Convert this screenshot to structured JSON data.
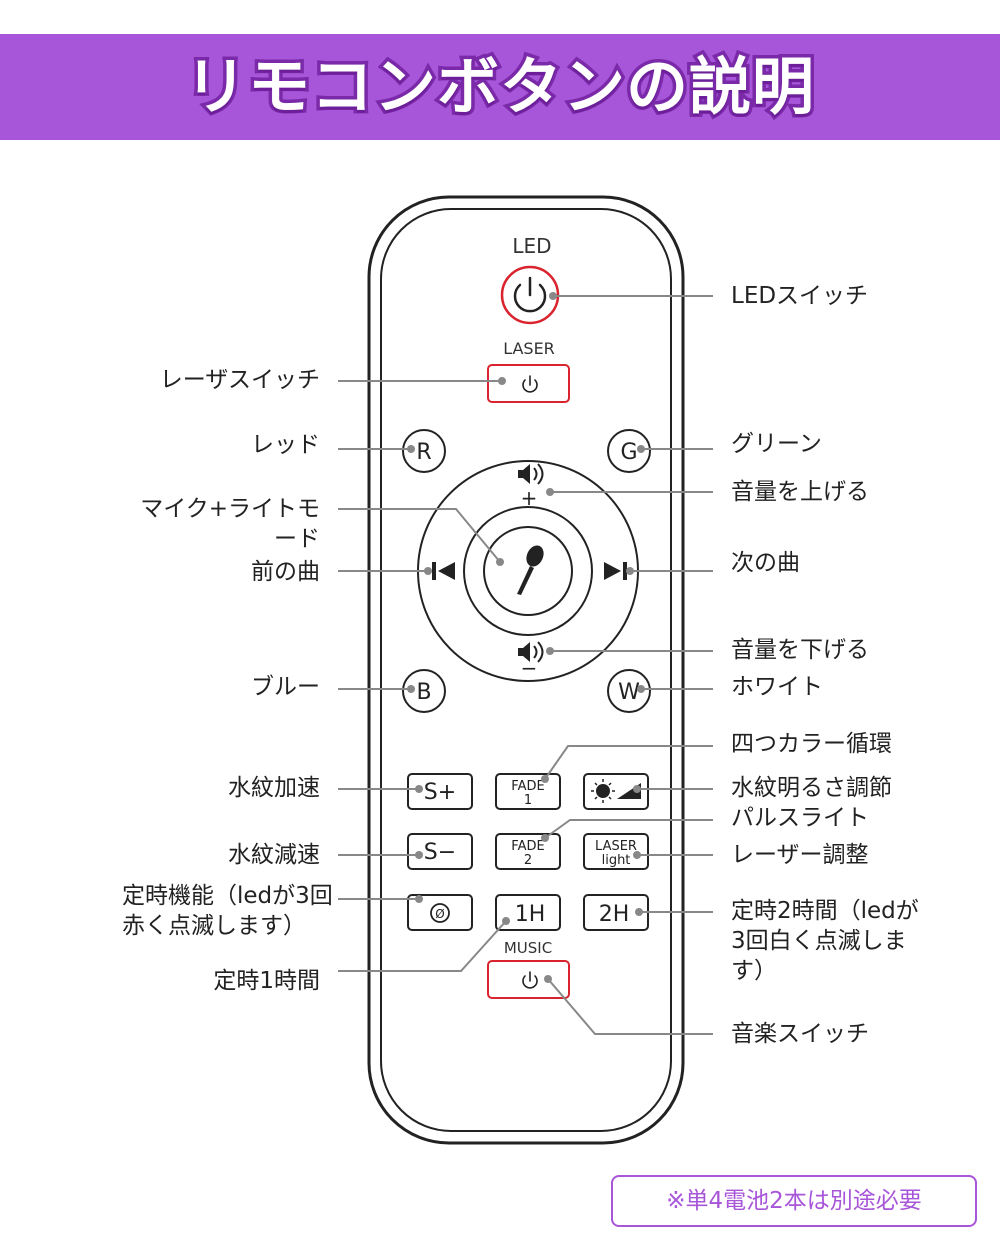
{
  "title": "リモコンボタンの説明",
  "note": "※単4電池2本は別途必要",
  "remote": {
    "led_caption": "LED",
    "laser_caption": "LASER",
    "music_caption": "MUSIC",
    "r": "R",
    "g": "G",
    "b": "B",
    "w": "W",
    "plus": "+",
    "minus": "−",
    "s_plus": "S+",
    "s_minus": "S−",
    "fade1_top": "FADE",
    "fade1_bottom": "1",
    "fade2_top": "FADE",
    "fade2_bottom": "2",
    "laser_light_top": "LASER",
    "laser_light_bottom": "light",
    "timer_off": "Ø",
    "h1": "1H",
    "h2": "2H"
  },
  "labels": {
    "led_switch": "LEDスイッチ",
    "laser_switch": "レーザスイッチ",
    "red": "レッド",
    "green": "グリーン",
    "volume_up": "音量を上げる",
    "mic_mode": "マイク+ライトモード",
    "prev": "前の曲",
    "next": "次の曲",
    "volume_down": "音量を下げる",
    "blue": "ブルー",
    "white": "ホワイト",
    "four_color": "四つカラー循環",
    "water_accel": "水紋加速",
    "water_brightness": "水紋明るさ調節",
    "pulse_light": "パルスライト",
    "water_decel": "水紋減速",
    "laser_adjust": "レーザー調整",
    "timer_func": "定時機能（ledが3回赤く点滅します）",
    "timer_1h": "定時1時間",
    "timer_2h": "定時2時間（ledが3回白く点滅します）",
    "music_switch": "音楽スイッチ"
  },
  "colors": {
    "accent": "#a755d9",
    "power_red": "#d9232e"
  }
}
